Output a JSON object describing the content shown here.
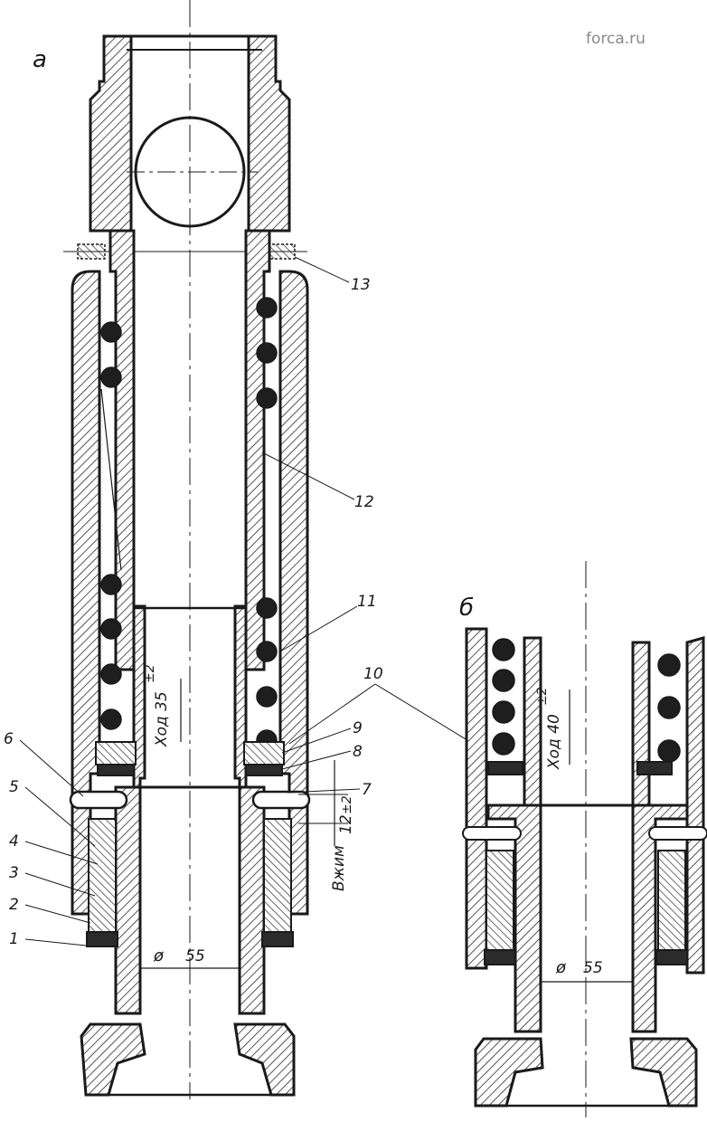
{
  "watermark": "forca.ru",
  "views": {
    "a": {
      "letter": "а",
      "stroke_label": "Ход 35",
      "stroke_tol": "±2",
      "gap_value": "12",
      "gap_tol": "±2",
      "clamp_label": "Вжим",
      "diameter_symbol": "ø",
      "diameter": "55"
    },
    "b": {
      "letter": "б",
      "stroke_label": "Ход 40",
      "stroke_tol": "±2",
      "diameter_symbol": "ø",
      "diameter": "55"
    }
  },
  "callouts": [
    "1",
    "2",
    "3",
    "4",
    "5",
    "6",
    "7",
    "8",
    "9",
    "10",
    "11",
    "12",
    "13"
  ]
}
